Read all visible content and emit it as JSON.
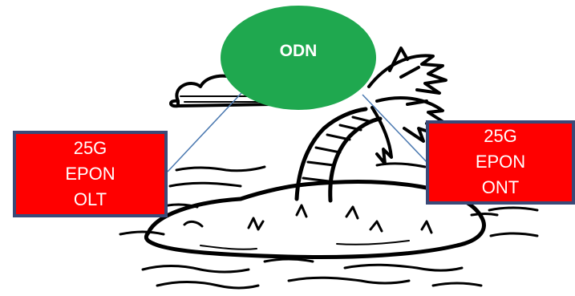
{
  "odn": {
    "label": "ODN",
    "color": "#1fa84f"
  },
  "olt": {
    "lines": [
      "25G",
      "EPON",
      "OLT"
    ],
    "fill": "#ff0000",
    "border": "#3a4a78"
  },
  "ont": {
    "lines": [
      "25G",
      "EPON",
      "ONT"
    ],
    "fill": "#ff0000",
    "border": "#3a4a78"
  },
  "connector_color": "#4a78b0",
  "background_icon": "desert-island-palm-tree-icon"
}
